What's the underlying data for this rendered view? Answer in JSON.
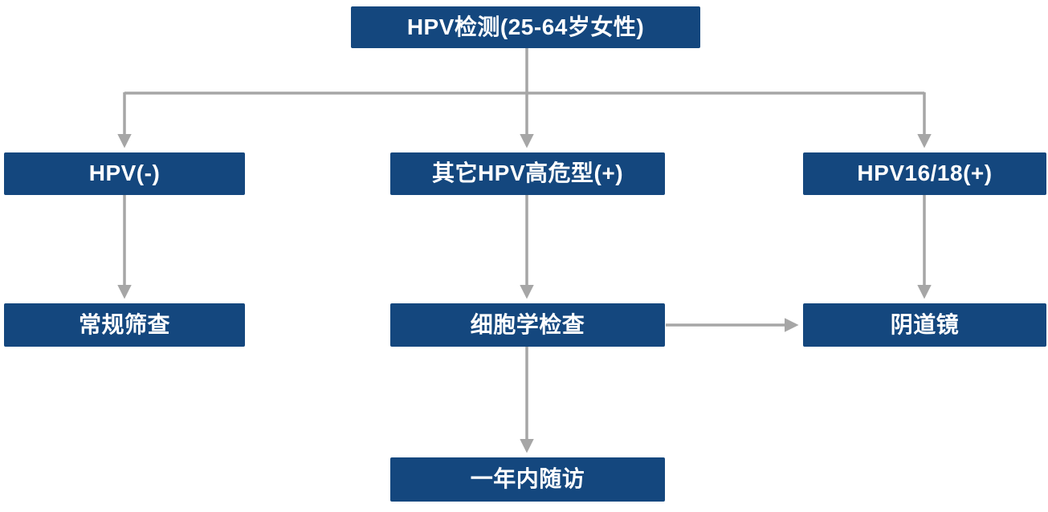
{
  "diagram": {
    "type": "flowchart",
    "colors": {
      "node_background": "#14477E",
      "node_text": "#FFFFFF",
      "connector": "#A6A6A6",
      "background": "#FFFFFF"
    },
    "nodes": {
      "root": "HPV检测(25-64岁女性)",
      "hpv_negative": "HPV(-)",
      "other_hpv_high_risk_positive": "其它HPV高危型(+)",
      "hpv16_18_positive": "HPV16/18(+)",
      "routine_screening": "常规筛查",
      "cytology_exam": "细胞学检查",
      "colposcopy": "阴道镜",
      "one_year_follow_up": "一年内随访"
    },
    "edges": [
      {
        "from": "root",
        "to": "hpv_negative"
      },
      {
        "from": "root",
        "to": "other_hpv_high_risk_positive"
      },
      {
        "from": "root",
        "to": "hpv16_18_positive"
      },
      {
        "from": "hpv_negative",
        "to": "routine_screening"
      },
      {
        "from": "other_hpv_high_risk_positive",
        "to": "cytology_exam"
      },
      {
        "from": "hpv16_18_positive",
        "to": "colposcopy"
      },
      {
        "from": "cytology_exam",
        "to": "colposcopy"
      },
      {
        "from": "cytology_exam",
        "to": "one_year_follow_up"
      }
    ]
  }
}
